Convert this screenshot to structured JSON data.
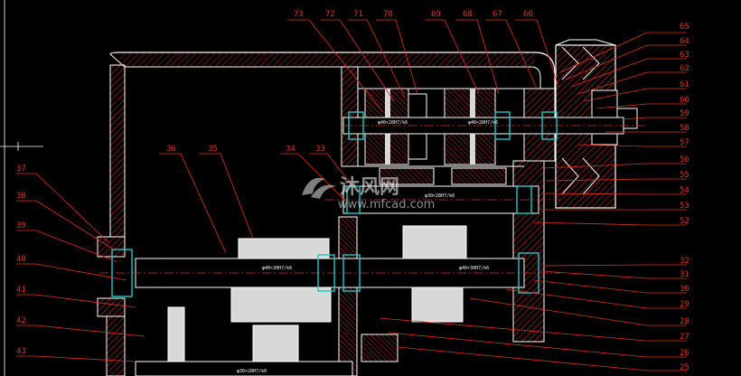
{
  "drawing": {
    "background": "#000000",
    "colors": {
      "outline": "#ffffff",
      "hatch": "#d03030",
      "leader": "#e0301e",
      "center": "#d03030",
      "bearing": "#20c8c8",
      "shaft": "#ff3030",
      "gear": "#d8d8d8"
    },
    "callouts": {
      "top": [
        "73",
        "72",
        "71",
        "70",
        "69",
        "68",
        "67",
        "66"
      ],
      "right": [
        "65",
        "64",
        "63",
        "62",
        "61",
        "60",
        "59",
        "58",
        "57",
        "56",
        "55",
        "54",
        "53",
        "52",
        "32",
        "31",
        "30",
        "29",
        "28",
        "27",
        "26",
        "25"
      ],
      "left": [
        "37",
        "38",
        "39",
        "40",
        "41",
        "42",
        "43"
      ],
      "mid": [
        "36",
        "35",
        "34",
        "33"
      ]
    },
    "watermark": {
      "text": "沐风网",
      "url": "www.mfcad.com",
      "icon": "mfcad-logo-icon"
    }
  }
}
